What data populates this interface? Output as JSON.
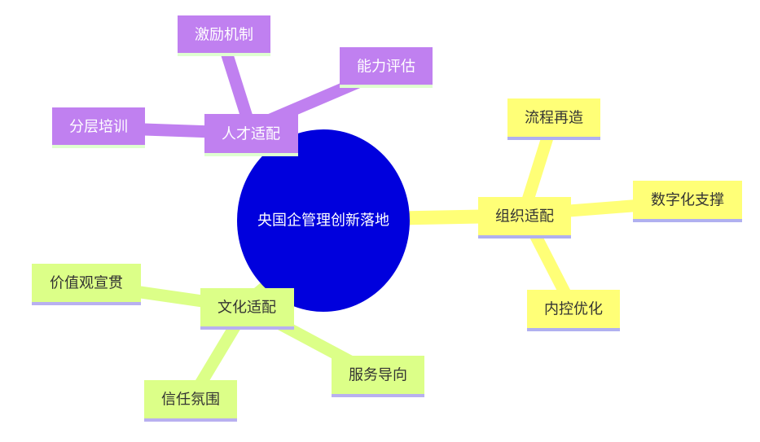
{
  "root": {
    "label": "央国企管理创新落地",
    "color": "#0000dd",
    "text_color": "#ffffff"
  },
  "branches": [
    {
      "key": "talent",
      "label": "人才适配",
      "color": "#c080f0",
      "underline": "#dfffd0",
      "text_color": "#ffffff",
      "children": [
        {
          "label": "激励机制"
        },
        {
          "label": "能力评估"
        },
        {
          "label": "分层培训"
        }
      ]
    },
    {
      "key": "org",
      "label": "组织适配",
      "color": "#ffff77",
      "underline": "#b0b0f0",
      "text_color": "#333333",
      "children": [
        {
          "label": "流程再造"
        },
        {
          "label": "数字化支撑"
        },
        {
          "label": "内控优化"
        }
      ]
    },
    {
      "key": "culture",
      "label": "文化适配",
      "color": "#dcff88",
      "underline": "#b8b0f0",
      "text_color": "#333333",
      "children": [
        {
          "label": "价值观宣贯"
        },
        {
          "label": "服务导向"
        },
        {
          "label": "信任氛围"
        }
      ]
    }
  ]
}
